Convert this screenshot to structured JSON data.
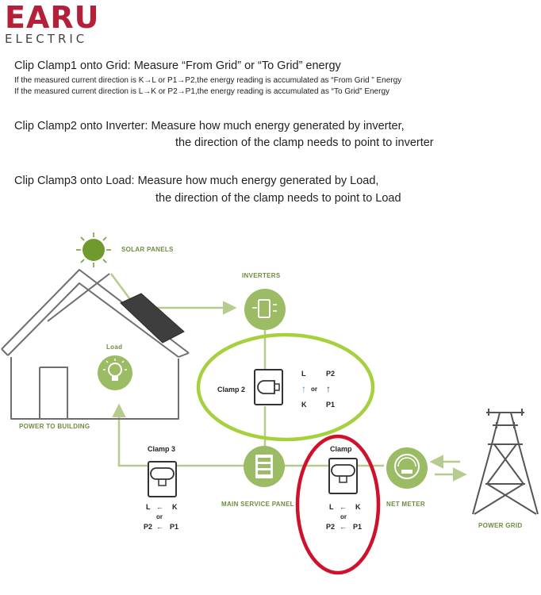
{
  "brand": {
    "name": "EARU",
    "sub": "ELECTRIC",
    "color": "#b51f3a"
  },
  "text": {
    "c1_heading": "Clip Clamp1 onto Grid: Measure “From Grid” or “To Grid” energy",
    "c1_line1": "If the measured current direction is K→L or P1→P2,the energy reading is accumulated as “From Grid ” Energy",
    "c1_line2": "If the measured current direction is L→K or P2→P1,the energy reading is accumulated as “To Grid” Energy",
    "c2_line1": "Clip Clamp2 onto Inverter: Measure how much energy generated by inverter,",
    "c2_line2": "the direction of the clamp needs to point to inverter",
    "c3_line1": "Clip Clamp3 onto Load: Measure how much energy generated by Load,",
    "c3_line2": "the direction of the clamp needs to point to Load"
  },
  "diagram": {
    "solar_panels": "SOLAR PANELS",
    "inverters": "INVERTERS",
    "load": "Load",
    "power_to_building": "POWER TO BUILDING",
    "main_service_panel": "MAIN SERVICE PANEL",
    "net_meter": "NET METER",
    "power_grid": "POWER GRID",
    "clamp2": {
      "label": "Clamp 2",
      "L": "L",
      "K": "K",
      "P2": "P2",
      "P1": "P1",
      "or": "or",
      "arrow1": "↑",
      "arrow2": "↑"
    },
    "clamp3": {
      "label": "Clamp 3",
      "row1_left": "L",
      "row1_arrow": "←",
      "row1_right": "K",
      "or": "or",
      "row2_left": "P2",
      "row2_arrow": "←",
      "row2_right": "P1"
    },
    "clamp1": {
      "label": "Clamp",
      "row1_left": "L",
      "row1_arrow": "←",
      "row1_right": "K",
      "or": "or",
      "row2_left": "P2",
      "row2_arrow": "←",
      "row2_right": "P1"
    }
  },
  "colors": {
    "green": "#7a9e3c",
    "green_light": "#b5cc8e",
    "icon_fill": "#9bbb64",
    "highlight_green": "#a6d13c",
    "highlight_red": "#d0112b",
    "house_stroke": "#6f6f6f"
  }
}
